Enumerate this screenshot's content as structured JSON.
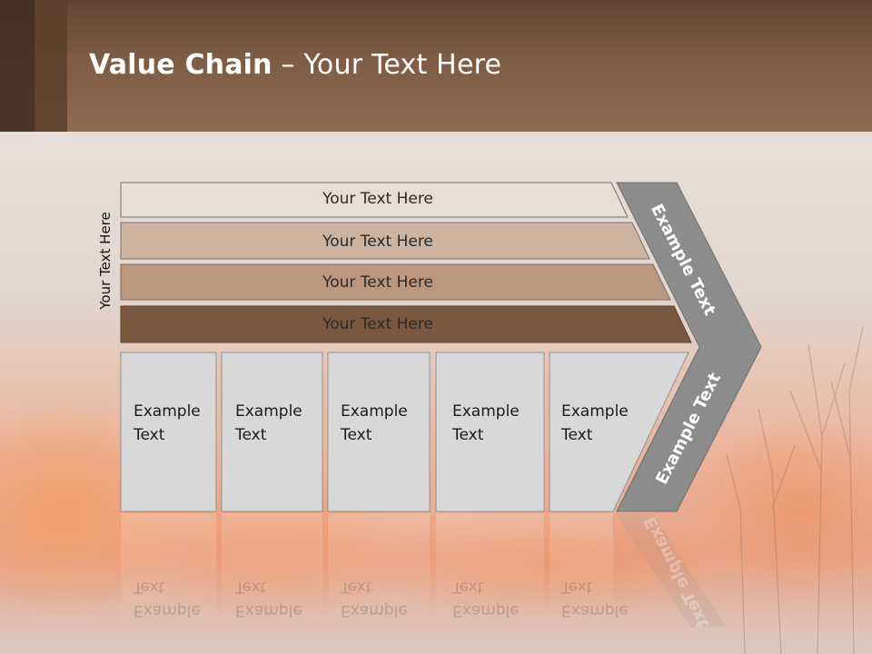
{
  "slide": {
    "title_bold": "Value Chain",
    "title_rest": " – Your Text Here",
    "side_label": "Your Text Here"
  },
  "rows": [
    {
      "label": "Your Text Here",
      "color": "#e6ddd4"
    },
    {
      "label": "Your Text Here",
      "color": "#cdb4a1"
    },
    {
      "label": "Your Text Here",
      "color": "#bb977e"
    },
    {
      "label": "Your Text Here",
      "color": "#7a5840"
    }
  ],
  "boxes": [
    {
      "line1": "Example",
      "line2": "Text"
    },
    {
      "line1": "Example",
      "line2": "Text"
    },
    {
      "line1": "Example",
      "line2": "Text"
    },
    {
      "line1": "Example",
      "line2": "Text"
    },
    {
      "line1": "Example",
      "line2": "Text"
    }
  ],
  "chevron": {
    "upper_label": "Example Text",
    "lower_label": "Example Text",
    "color": "#8c8c8c"
  }
}
